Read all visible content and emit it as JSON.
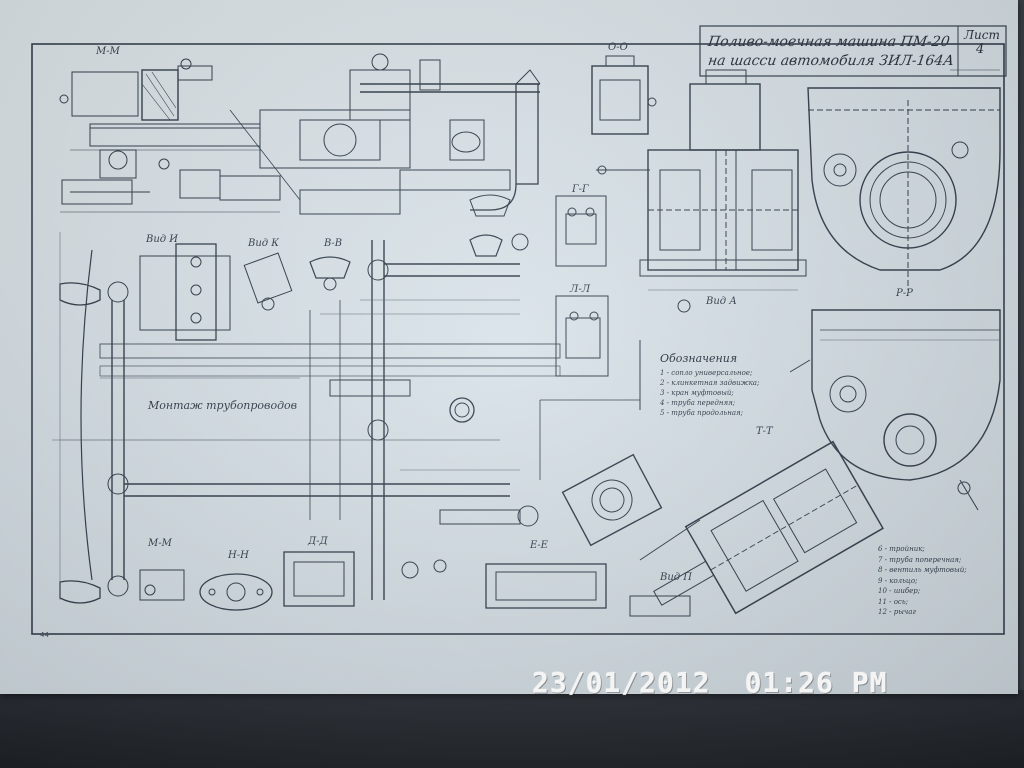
{
  "title_block": {
    "line1": "Поливо-моечная машина ПМ-20",
    "line2": "на шасси автомобиля ЗИЛ-164А",
    "sheet_label": "Лист",
    "sheet_number": "4"
  },
  "caption": "Монтаж трубопроводов",
  "view_labels": {
    "m_m_top": "М-М",
    "o_o": "О-О",
    "g_g": "Г-Г",
    "l_l": "Л-Л",
    "vid_i": "Вид И",
    "vid_k": "Вид К",
    "v_v": "В-В",
    "vid_a": "Вид А",
    "r_r": "Р-Р",
    "t_t": "Т-Т",
    "m_m_bottom": "М-М",
    "n_n": "Н-Н",
    "d_d": "Д-Д",
    "e_e": "Е-Е",
    "vid_p": "Вид П"
  },
  "legend_main": {
    "heading": "Обозначения",
    "items": [
      "1 - сопло универсальное;",
      "2 - клинкетная задвижка;",
      "3 - кран муфтовый;",
      "4 - труба передняя;",
      "5 - труба продольная;"
    ]
  },
  "legend_parts": {
    "items": [
      "6 - тройник;",
      "7 - труба поперечная;",
      "8 - вентиль муфтовый;",
      "9 - кольцо;",
      "10 - шибер;",
      "11 - ось;",
      "12 - рычаг"
    ]
  },
  "page_number": "44",
  "camera_stamp": {
    "date": "23/01/2012",
    "time": "01:26 PM"
  },
  "colors": {
    "paper": "#dce6eb",
    "ink": "#34404d",
    "stamp": "#f4f4f4"
  }
}
